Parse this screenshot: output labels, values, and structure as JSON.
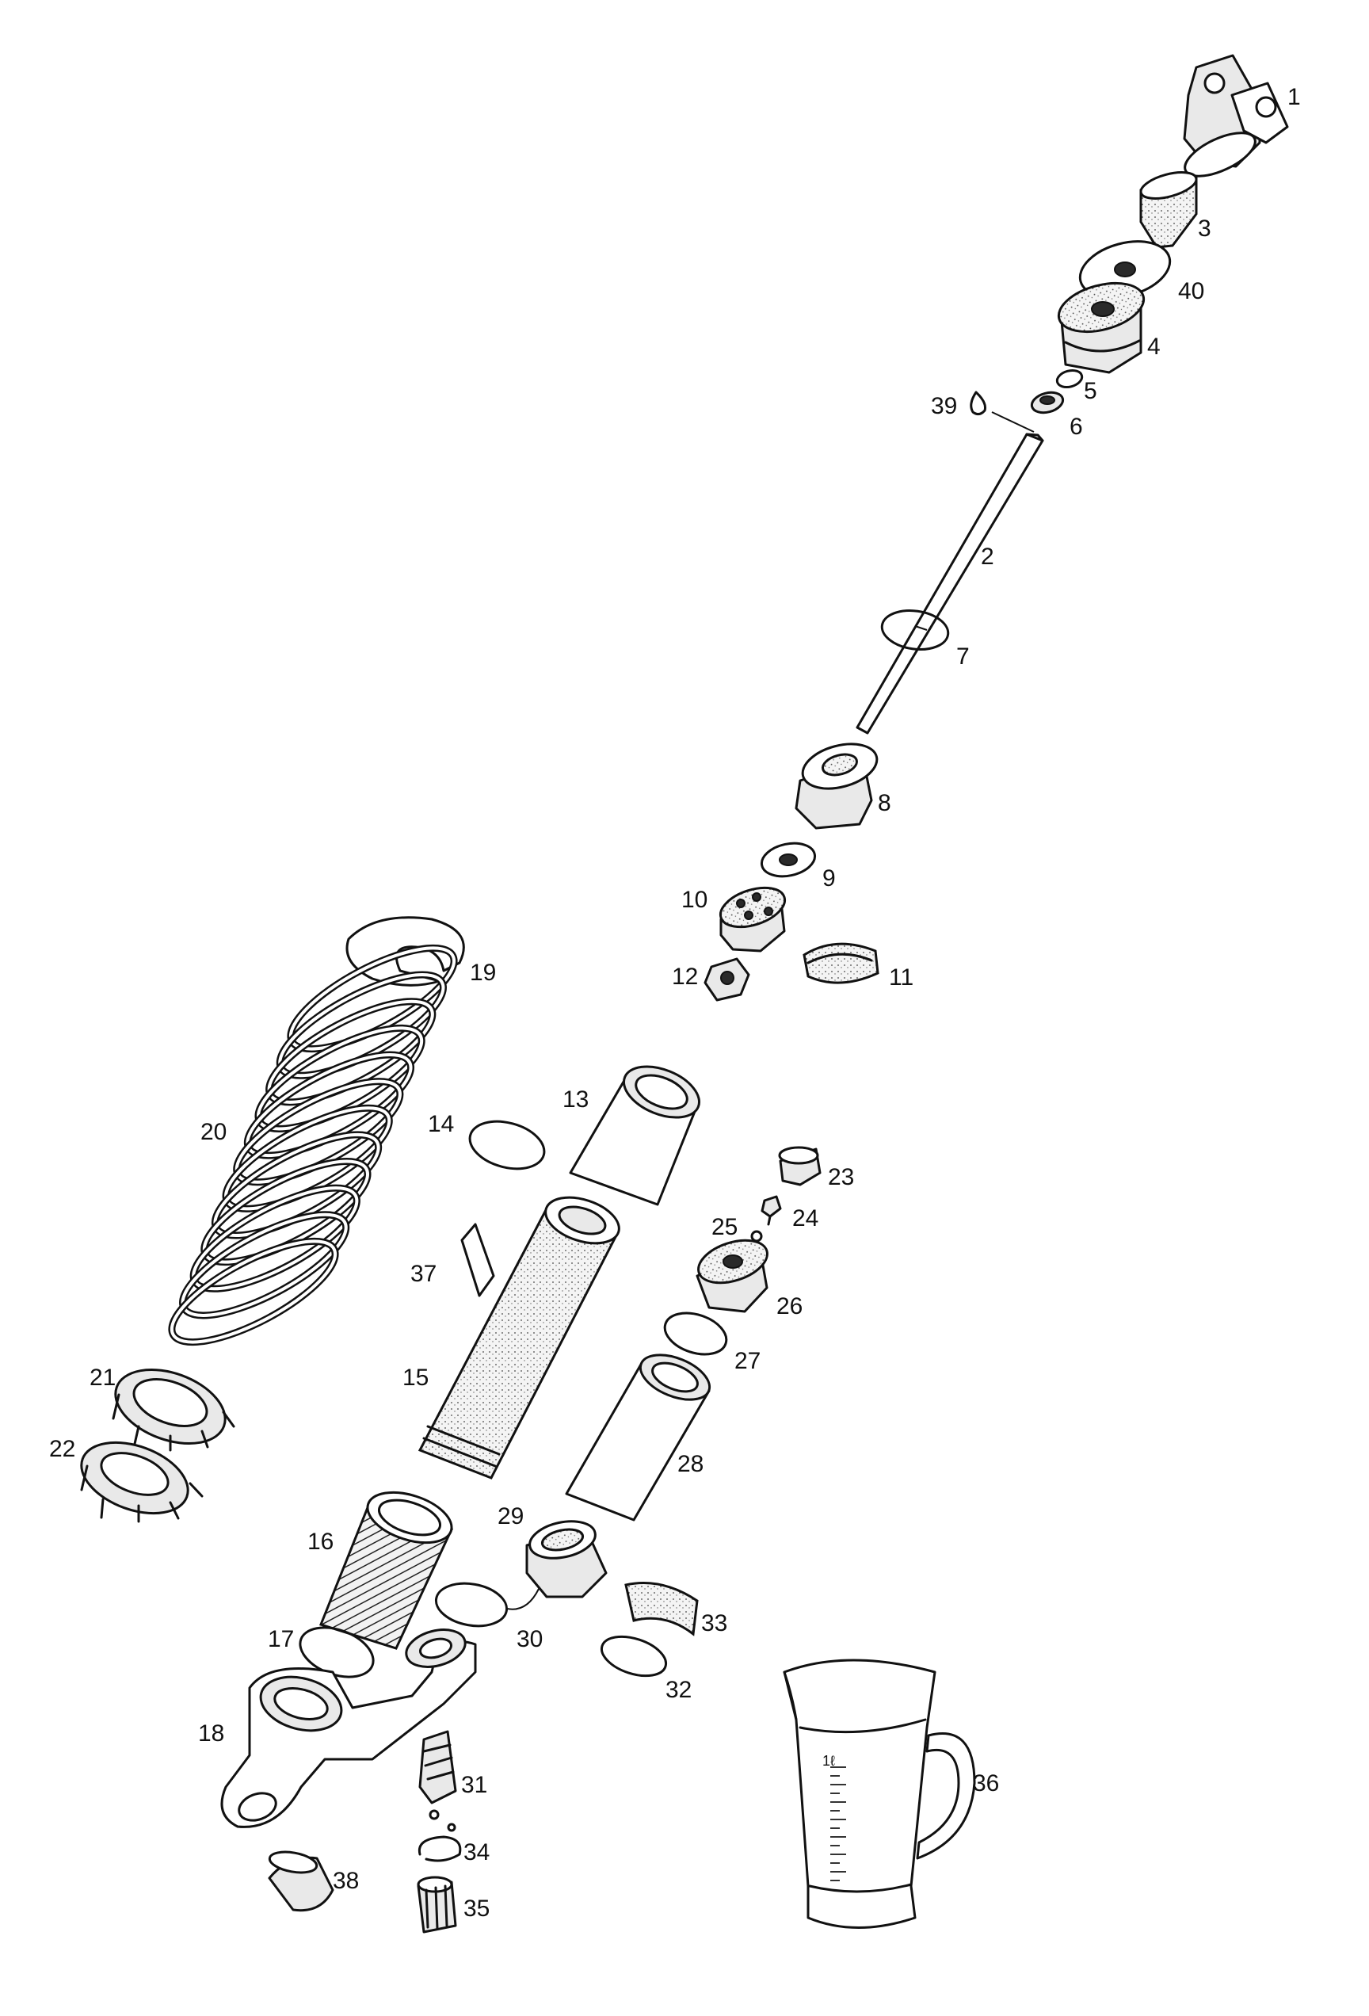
{
  "diagram": {
    "callouts": [
      "1",
      "2",
      "3",
      "4",
      "5",
      "6",
      "7",
      "8",
      "9",
      "10",
      "11",
      "12",
      "13",
      "14",
      "15",
      "16",
      "17",
      "18",
      "19",
      "20",
      "21",
      "22",
      "23",
      "24",
      "25",
      "26",
      "27",
      "28",
      "29",
      "30",
      "31",
      "32",
      "33",
      "34",
      "35",
      "36",
      "37",
      "38",
      "39",
      "40"
    ],
    "jug_scale_label": "1ℓ"
  }
}
